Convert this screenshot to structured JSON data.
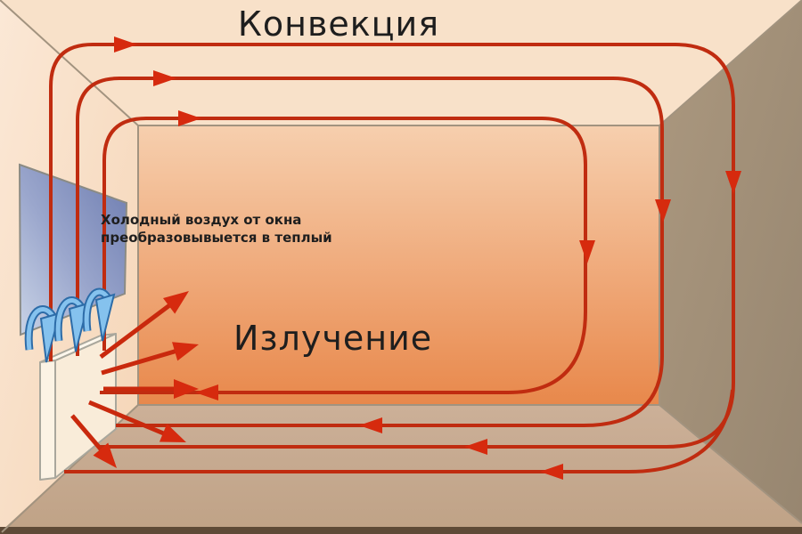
{
  "diagram": {
    "title": "Конвекция",
    "labels": {
      "radiation": "Излучение",
      "window_note": "Холодный воздух от окна\nпреобразовывыется в теплый"
    },
    "colors": {
      "convection_line": "#c02c10",
      "arrowhead": "#d62a0e",
      "cold_air_fill": "#85c2ee",
      "cold_air_outline": "#2d6ca8",
      "ceiling": "#f8e1c9",
      "left_wall": "#f8ddc2",
      "right_wall": "#a3907a",
      "back_wall_top": "#f6cfae",
      "back_wall_bottom": "#e8884b",
      "floor": "#c5a98e",
      "baseboard": "#5e4a37",
      "window_dark": "#6d7cb0",
      "window_light": "#c9d3e6",
      "radiator": "#fcf3e4",
      "text": "#1e1e1e"
    },
    "elements": {
      "window": "window on left wall",
      "radiator": "radiator under window",
      "convection_loops": 3,
      "floor_return_lines": 4,
      "radiation_arrows": 5,
      "cold_air_arrows": 3
    }
  }
}
